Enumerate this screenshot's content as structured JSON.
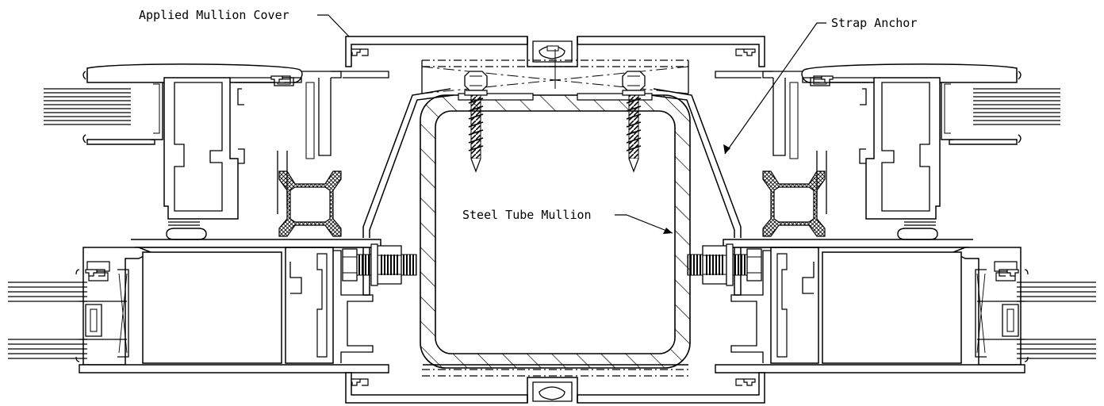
{
  "callouts": {
    "applied_mullion_cover": "Applied Mullion Cover",
    "strap_anchor": "Strap Anchor",
    "steel_tube_mullion": "Steel Tube Mullion"
  }
}
